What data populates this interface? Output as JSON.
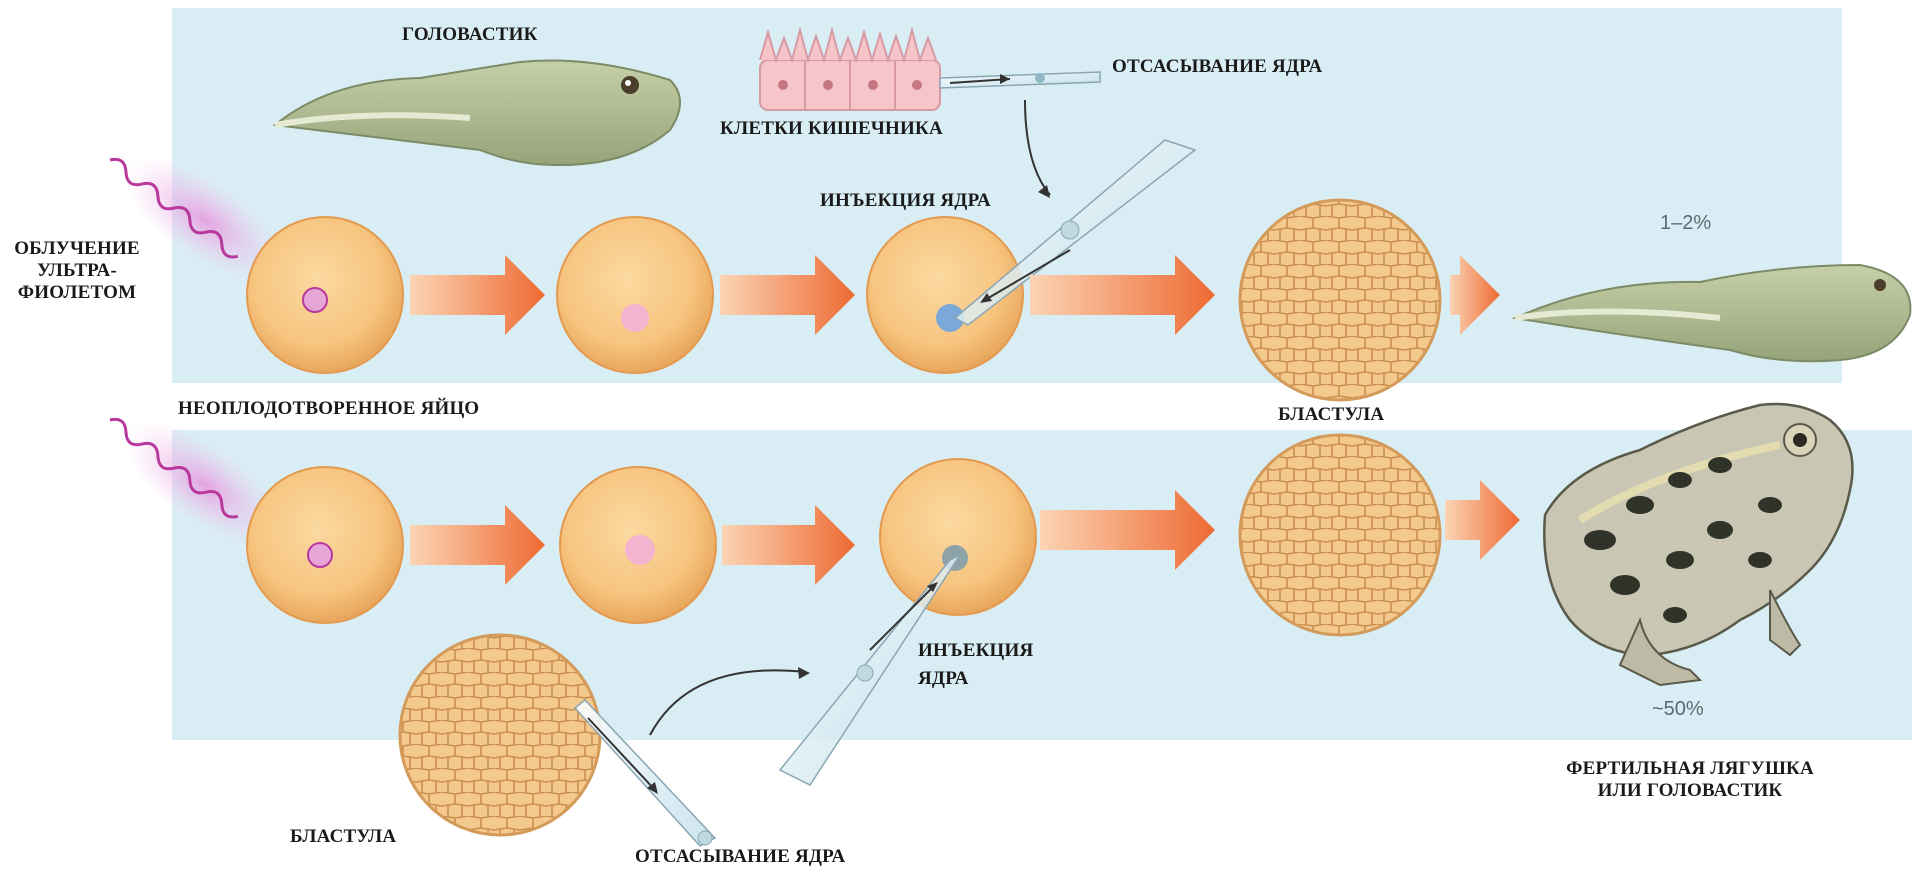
{
  "labels": {
    "tadpole": "ГОЛОВАСТИК",
    "intestine_cells": "КЛЕТКИ КИШЕЧНИКА",
    "nucleus_suction_top": "ОТСАСЫВАНИЕ ЯДРА",
    "nucleus_injection_top": "ИНЪЕКЦИЯ ЯДРА",
    "uv_irradiation": [
      "ОБЛУЧЕНИЕ",
      "УЛЬТРА-",
      "ФИОЛЕТОМ"
    ],
    "unfertilized_egg": "НЕОПЛОДОТВОРЕННОЕ ЯЙЦО",
    "blastula_middle": "БЛАСТУЛА",
    "nucleus_injection_bottom": [
      "ИНЪЕКЦИЯ",
      "ЯДРА"
    ],
    "blastula_bottom": "БЛАСТУЛА",
    "nucleus_suction_bottom": "ОТСАСЫВАНИЕ ЯДРА",
    "fertile_result": [
      "ФЕРТИЛЬНАЯ ЛЯГУШКА",
      "ИЛИ ГОЛОВАСТИК"
    ]
  },
  "percentages": {
    "top_row": "1–2%",
    "bottom_row": "~50%"
  },
  "colors": {
    "band": "#d9eef4",
    "egg": "#f6c888",
    "arrow": "#f07a46",
    "nucleus_pink": "#f2a9c8",
    "nucleus_blue": "#7aa8d8",
    "uv": "#c040a8"
  }
}
